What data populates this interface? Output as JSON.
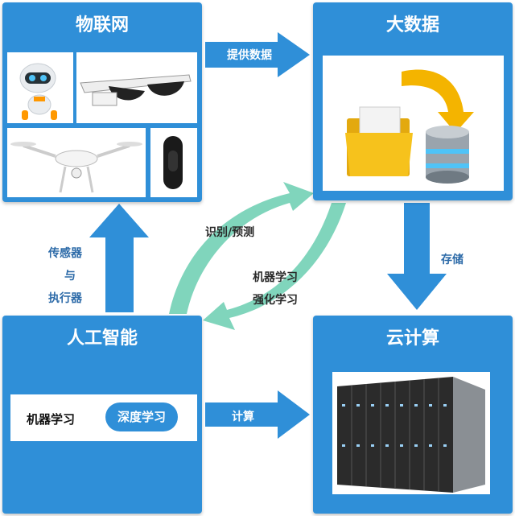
{
  "iot": {
    "title": "物联网"
  },
  "big_data": {
    "title": "大数据"
  },
  "ai": {
    "title": "人工智能",
    "text_ml": "机器学习",
    "pill_dl": "深度学习"
  },
  "cloud": {
    "title": "云计算"
  },
  "arrows": {
    "provide_data": "提供数据",
    "storage": "存储",
    "compute": "计算",
    "sensors_line1": "传感器",
    "sensors_line2": "与",
    "sensors_line3": "执行器",
    "recognize_predict": "识别/预测",
    "ml_line1": "机器学习",
    "ml_line2": "强化学习"
  },
  "icons": [
    "robot-icon",
    "smart-glasses-icon",
    "drone-icon",
    "fitness-band-icon",
    "folder-icon",
    "database-icon",
    "server-rack-icon"
  ],
  "colors": {
    "box_blue": "#2f8fd8",
    "arrow_teal": "#79d3b8",
    "label_blue": "#2c6aa8",
    "folder_yellow": "#f6c21c"
  }
}
